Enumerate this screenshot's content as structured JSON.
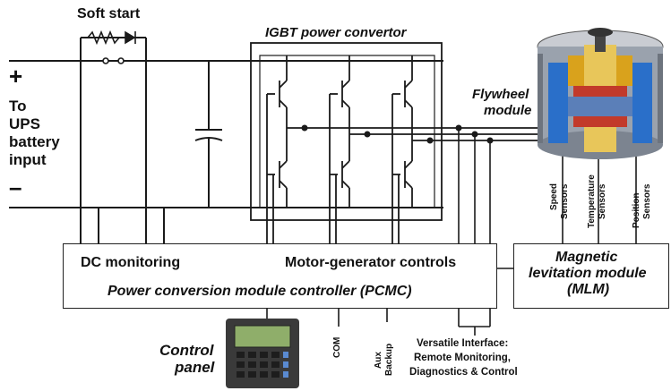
{
  "labels": {
    "soft_start": "Soft start",
    "igbt": "IGBT power convertor",
    "flywheel": "Flywheel",
    "module": "module",
    "plus": "+",
    "minus": "–",
    "to": "To",
    "ups": "UPS",
    "battery": "battery",
    "input": "input",
    "dc_monitoring": "DC monitoring",
    "motor_controls": "Motor-generator controls",
    "pcmc": "Power conversion module controller (PCMC)",
    "mlm_line1": "Magnetic",
    "mlm_line2": "levitation module",
    "mlm_line3": "(MLM)",
    "control": "Control",
    "panel": "panel",
    "com": "COM",
    "aux": "Aux",
    "backup": "Backup",
    "vi_line1": "Versatile Interface:",
    "vi_line2": "Remote Monitoring,",
    "vi_line3": "Diagnostics & Control",
    "speed": "Speed",
    "temperature": "Temperature",
    "position": "Position",
    "sensors": "Sensors"
  },
  "colors": {
    "line": "#1a1a1a",
    "flywheel_blue": "#2a6fc9",
    "flywheel_gold": "#d9a21c",
    "flywheel_red": "#c23a2a",
    "panel_body": "#3a3a3a",
    "panel_screen": "#8fae6a"
  }
}
